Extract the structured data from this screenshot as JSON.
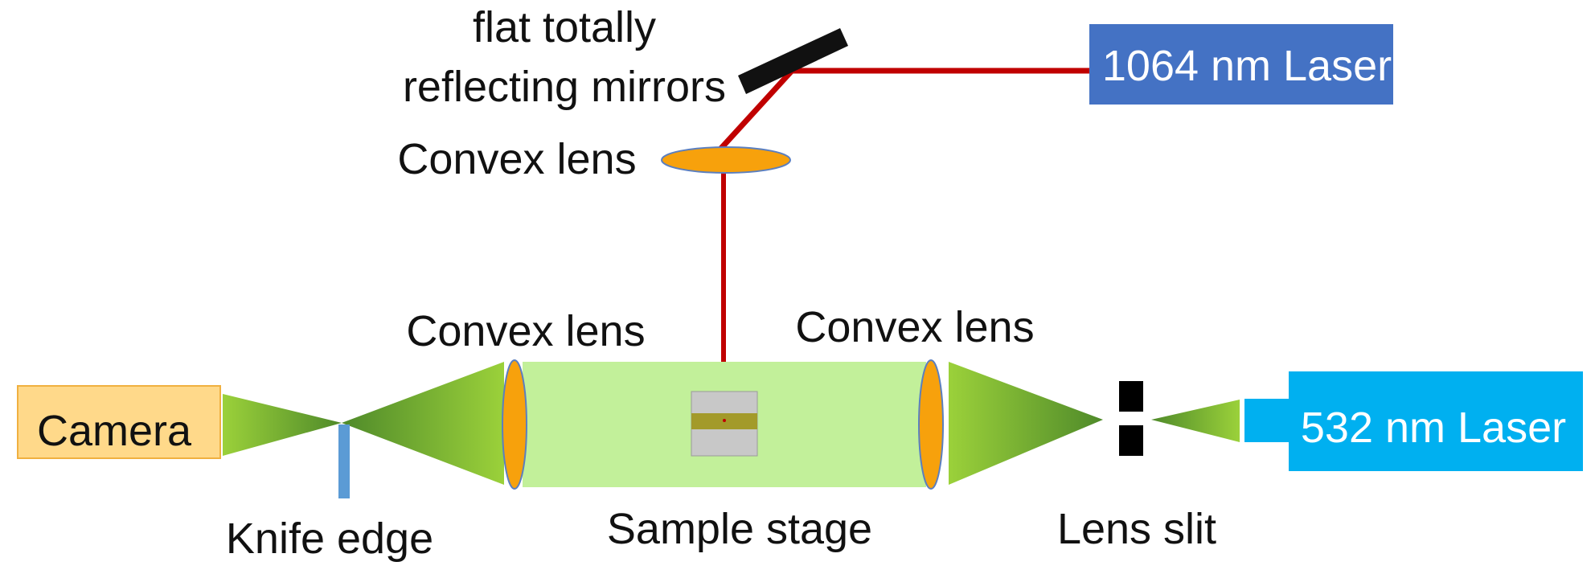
{
  "labels": {
    "mirror_line1": "flat totally",
    "mirror_line2": "reflecting mirrors",
    "convex_lens_top": "Convex lens",
    "convex_lens_left": "Convex lens",
    "convex_lens_right": "Convex lens",
    "laser_1064": "1064 nm Laser",
    "laser_532": "532 nm Laser",
    "camera": "Camera",
    "knife_edge": "Knife edge",
    "sample_stage": "Sample stage",
    "lens_slit": "Lens slit"
  },
  "colors": {
    "laser_1064_box": "#4472c4",
    "laser_532_box": "#00b0f0",
    "camera_box": "#ffd98a",
    "red_beam": "#c00000",
    "lens_fill": "#f7a10c",
    "lens_stroke": "#5b7fbf",
    "green_cone_light": "#9bd13a",
    "green_cone_dark": "#4f8a2a",
    "sample_region": "#c2f09a",
    "knife_edge": "#5b9bd5",
    "mirror": "#111111",
    "slit": "#000000",
    "sample_plate": "#c8c8c8",
    "sample_strip": "#a39a2a"
  },
  "icons": [
    "mirror-icon",
    "convex-lens-icon",
    "knife-edge-icon",
    "slit-icon",
    "sample-icon"
  ]
}
